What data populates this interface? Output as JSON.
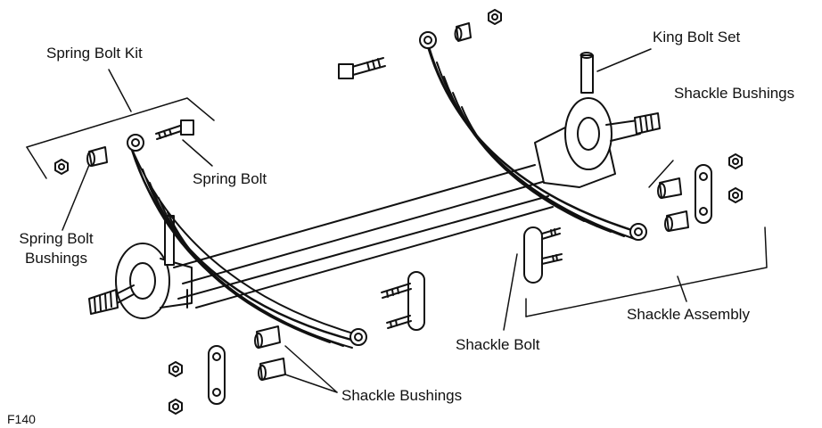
{
  "colors": {
    "ink": "#111111",
    "paper": "#ffffff"
  },
  "figure_id": "F140",
  "labels": {
    "spring_bolt_kit": "Spring Bolt Kit",
    "spring_bolt": "Spring Bolt",
    "spring_bolt_bushings_1": "Spring Bolt",
    "spring_bolt_bushings_2": "Bushings",
    "king_bolt_set": "King Bolt Set",
    "shackle_bushings_top": "Shackle Bushings",
    "shackle_assembly": "Shackle Assembly",
    "shackle_bolt": "Shackle Bolt",
    "shackle_bushings_bottom": "Shackle Bushings"
  }
}
